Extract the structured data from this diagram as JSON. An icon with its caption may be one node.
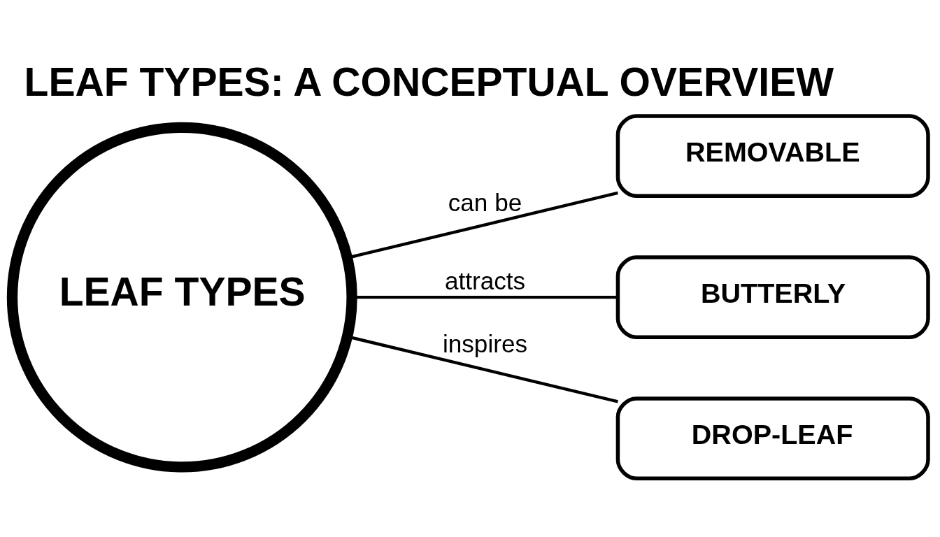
{
  "diagram": {
    "title": "LEAF TYPES: A CONCEPTUAL OVERVIEW",
    "nodes": [
      {
        "text": [
          "LEAF TYPES"
        ]
      },
      {
        "text": [
          "REMOVABLE"
        ]
      },
      {
        "text": [
          "BUTTERLY"
        ]
      },
      {
        "text": [
          "DROP-LEAF"
        ]
      }
    ],
    "edges": [
      {
        "from": 0,
        "to": 1,
        "arrow": "none",
        "label": "can be"
      },
      {
        "from": 0,
        "to": 2,
        "arrow": "none",
        "label": "attracts"
      },
      {
        "from": 0,
        "to": 3,
        "arrow": "none",
        "label": "inspires"
      }
    ]
  }
}
